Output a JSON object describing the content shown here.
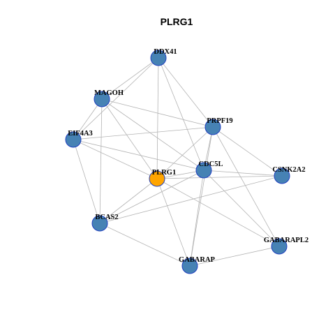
{
  "title": "PLRG1",
  "colors": {
    "default_node": "#4682b4",
    "center_node": "#ffa500",
    "node_stroke": "#1f3fbf",
    "edge": "#b3b3b3"
  },
  "nodes": [
    {
      "id": "DDX41",
      "label": "DDX41",
      "center": false
    },
    {
      "id": "MAGOH",
      "label": "MAGOH",
      "center": false
    },
    {
      "id": "PRPF19",
      "label": "PRPF19",
      "center": false
    },
    {
      "id": "EIF4A3",
      "label": "EIF4A3",
      "center": false
    },
    {
      "id": "CDC5L",
      "label": "CDC5L",
      "center": false
    },
    {
      "id": "CSNK2A2",
      "label": "CSNK2A2",
      "center": false
    },
    {
      "id": "PLRG1",
      "label": "PLRG1",
      "center": true
    },
    {
      "id": "BCAS2",
      "label": "BCAS2",
      "center": false
    },
    {
      "id": "GABARAPL2",
      "label": "GABARAPL2",
      "center": false
    },
    {
      "id": "GABARAP",
      "label": "GABARAP",
      "center": false
    }
  ],
  "edges": [
    [
      "DDX41",
      "MAGOH"
    ],
    [
      "DDX41",
      "EIF4A3"
    ],
    [
      "DDX41",
      "PRPF19"
    ],
    [
      "DDX41",
      "CDC5L"
    ],
    [
      "DDX41",
      "PLRG1"
    ],
    [
      "MAGOH",
      "EIF4A3"
    ],
    [
      "MAGOH",
      "PRPF19"
    ],
    [
      "MAGOH",
      "CDC5L"
    ],
    [
      "MAGOH",
      "PLRG1"
    ],
    [
      "MAGOH",
      "BCAS2"
    ],
    [
      "EIF4A3",
      "PRPF19"
    ],
    [
      "EIF4A3",
      "CDC5L"
    ],
    [
      "EIF4A3",
      "PLRG1"
    ],
    [
      "EIF4A3",
      "BCAS2"
    ],
    [
      "PRPF19",
      "CDC5L"
    ],
    [
      "PRPF19",
      "PLRG1"
    ],
    [
      "PRPF19",
      "CSNK2A2"
    ],
    [
      "PRPF19",
      "GABARAP"
    ],
    [
      "PRPF19",
      "GABARAPL2"
    ],
    [
      "CDC5L",
      "PLRG1"
    ],
    [
      "CDC5L",
      "CSNK2A2"
    ],
    [
      "CDC5L",
      "BCAS2"
    ],
    [
      "CDC5L",
      "GABARAP"
    ],
    [
      "CDC5L",
      "GABARAPL2"
    ],
    [
      "PLRG1",
      "CSNK2A2"
    ],
    [
      "PLRG1",
      "BCAS2"
    ],
    [
      "PLRG1",
      "GABARAP"
    ],
    [
      "PLRG1",
      "GABARAPL2"
    ],
    [
      "BCAS2",
      "CSNK2A2"
    ],
    [
      "BCAS2",
      "GABARAP"
    ],
    [
      "GABARAP",
      "GABARAPL2"
    ]
  ]
}
